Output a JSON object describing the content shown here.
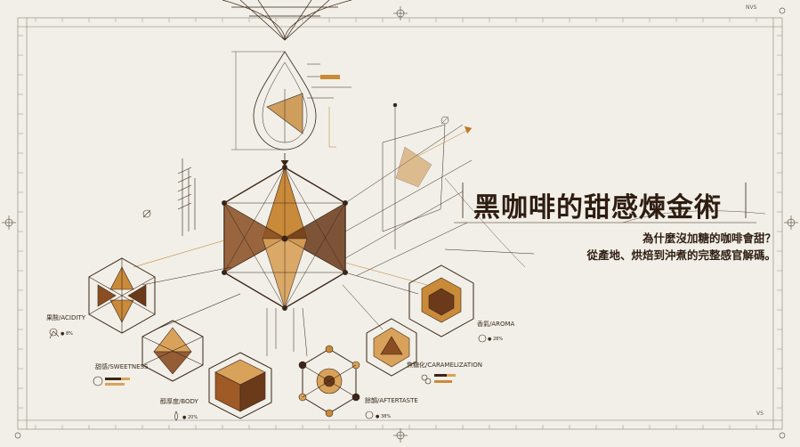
{
  "title": "黑咖啡的甜感煉金術",
  "subtitle_line1": "為什麼沒加糖的咖啡會甜？",
  "subtitle_line2": "從產地、烘焙到沖煮的完整感官解碼。",
  "labels": {
    "acidity": "果酸/ACIDITY",
    "sweetness": "甜感/SWEETNESS",
    "body": "醇厚度/BODY",
    "aroma": "香氣/AROMA",
    "caramelization": "焦糖化/CARAMELIZATION",
    "aftertaste": "餘韻/AFTERTASTE"
  },
  "metrics": {
    "acidity": "● 8%",
    "body": "● 20%",
    "aroma": "● 28%",
    "aftertaste": "● 38%"
  },
  "colors": {
    "background": "#f1efe7",
    "ink": "#3a2518",
    "accent": "#c07a2c",
    "dark_brown": "#6b3a1a",
    "light_brown": "#d9a25a"
  }
}
